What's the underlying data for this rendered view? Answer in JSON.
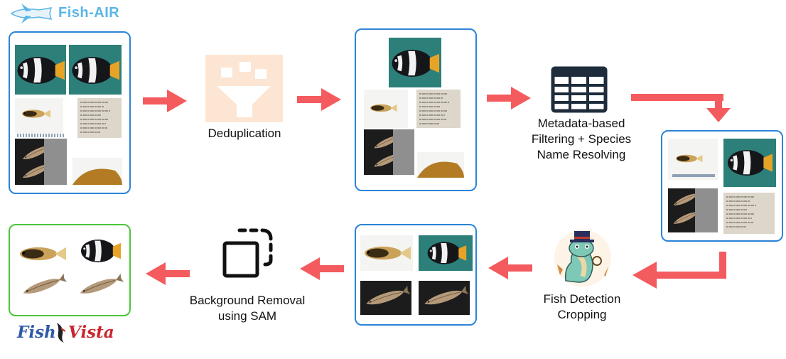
{
  "logos": {
    "top": "Fish-AIR",
    "bottom_left": "Fish",
    "bottom_right": "Vista"
  },
  "steps": {
    "dedup": "Deduplication",
    "filter_line1": "Metadata-based",
    "filter_line2": "Filtering + Species",
    "filter_line3": "Name Resolving",
    "detect_line1": "Fish Detection",
    "detect_line2": "Cropping",
    "bg_line1": "Background Removal",
    "bg_line2": "using SAM"
  },
  "colors": {
    "arrow": "#f45b5e",
    "box_border": "#2b84d8",
    "final_border": "#4cc43c"
  },
  "icons": [
    "funnel-icon",
    "table-icon",
    "gecko-mascot-icon",
    "crop-icon"
  ]
}
